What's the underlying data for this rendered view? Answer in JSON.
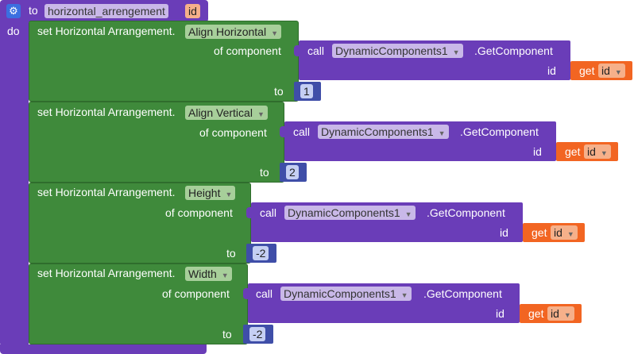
{
  "procedure": {
    "to_label": "to",
    "name": "horizontal_arrengement",
    "param": "id",
    "do_label": "do"
  },
  "set_label": "set Horizontal Arrangement.",
  "of_component_label": "of component",
  "to_label": "to",
  "call_label": "call",
  "component_name": "DynamicComponents1",
  "method_label": ".GetComponent",
  "id_label": "id",
  "get_label": "get",
  "get_var": "id",
  "blocks": [
    {
      "property": "Align Horizontal",
      "value": "1"
    },
    {
      "property": "Align Vertical",
      "value": "2"
    },
    {
      "property": "Height",
      "value": "-2"
    },
    {
      "property": "Width",
      "value": "-2"
    }
  ],
  "colors": {
    "procedure": "#6a3db8",
    "set": "#3f8a3b",
    "get": "#f26522",
    "math": "#3f4ea8"
  },
  "icons": {
    "gear": "gear-icon",
    "dropdown": "dropdown-arrow-icon"
  }
}
